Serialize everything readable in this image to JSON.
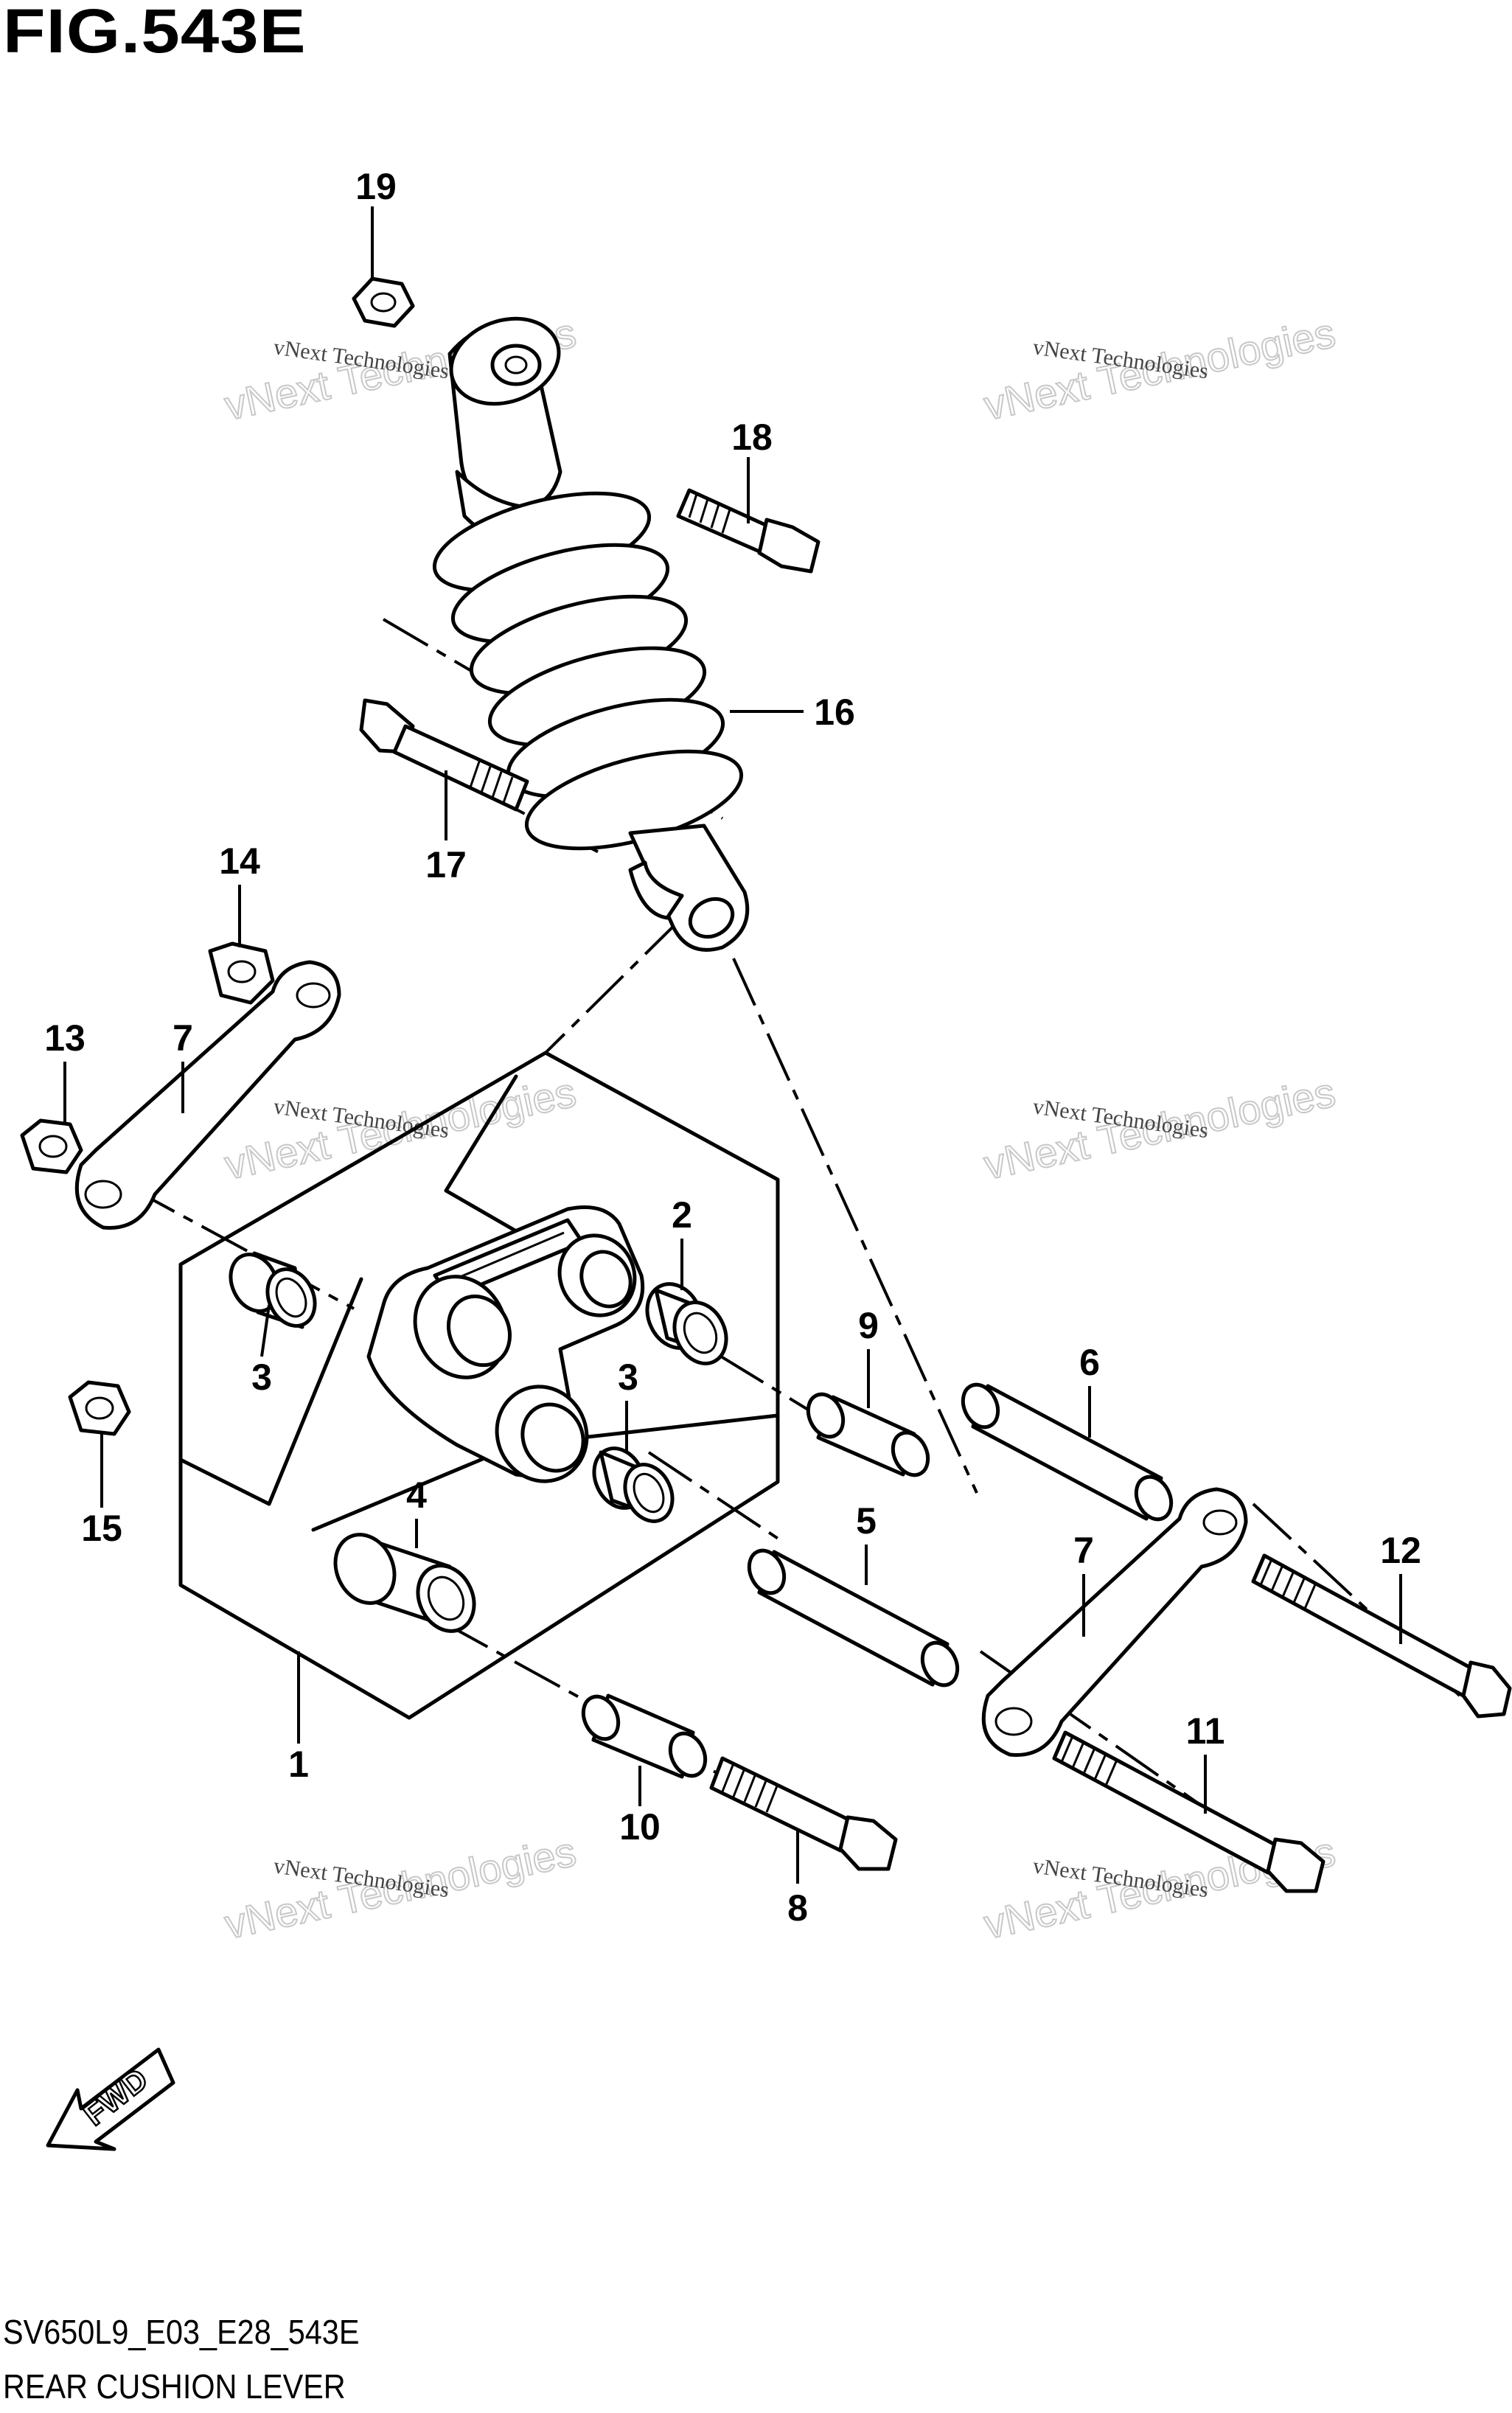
{
  "figure_title": "FIG.543E",
  "model_code": "SV650L9_E03_E28_543E",
  "section_name": "REAR CUSHION LEVER",
  "direction_label": "FWD",
  "watermark": {
    "line1": "vNext Technologies",
    "line2": "vNext Technologies"
  },
  "callouts": [
    "19",
    "18",
    "16",
    "17",
    "14",
    "13",
    "7",
    "2",
    "9",
    "6",
    "3",
    "3",
    "15",
    "4",
    "5",
    "7",
    "12",
    "1",
    "11",
    "10",
    "8"
  ]
}
